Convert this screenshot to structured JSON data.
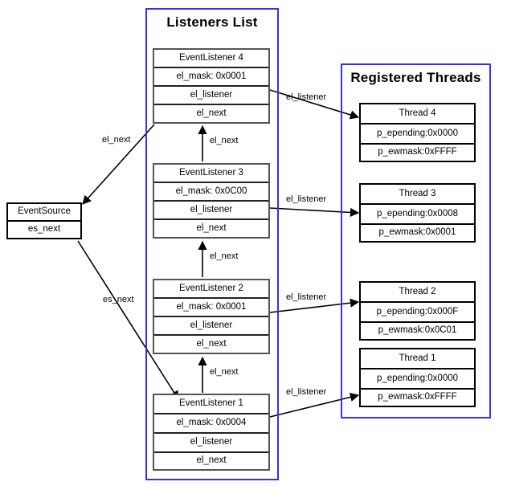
{
  "diagram": {
    "title": "Event listener / registered thread structure diagram",
    "colors": {
      "panel_border": "#3333ee",
      "struct_border": "#555555",
      "row_divider": "#222222",
      "edge": "#000000",
      "background": "#ffffff"
    }
  },
  "panels": [
    {
      "id": "listeners",
      "title": "Listeners List"
    },
    {
      "id": "threads",
      "title": "Registered Threads"
    }
  ],
  "event_source": {
    "name": "EventSource",
    "rows": [
      {
        "label": "EventSource"
      },
      {
        "label": "es_next"
      }
    ]
  },
  "listeners": [
    {
      "id": "el4",
      "rows": [
        {
          "label": "EventListener 4"
        },
        {
          "label": "el_mask: 0x0001"
        },
        {
          "label": "el_listener"
        },
        {
          "label": "el_next"
        }
      ]
    },
    {
      "id": "el3",
      "rows": [
        {
          "label": "EventListener 3"
        },
        {
          "label": "el_mask: 0x0C00"
        },
        {
          "label": "el_listener"
        },
        {
          "label": "el_next"
        }
      ]
    },
    {
      "id": "el2",
      "rows": [
        {
          "label": "EventListener 2"
        },
        {
          "label": "el_mask: 0x0001"
        },
        {
          "label": "el_listener"
        },
        {
          "label": "el_next"
        }
      ]
    },
    {
      "id": "el1",
      "rows": [
        {
          "label": "EventListener 1"
        },
        {
          "label": "el_mask: 0x0004"
        },
        {
          "label": "el_listener"
        },
        {
          "label": "el_next"
        }
      ]
    }
  ],
  "threads": [
    {
      "id": "t4",
      "rows": [
        {
          "label": "Thread 4"
        },
        {
          "label": "p_epending:0x0000"
        },
        {
          "label": "p_ewmask:0xFFFF"
        }
      ]
    },
    {
      "id": "t3",
      "rows": [
        {
          "label": "Thread 3"
        },
        {
          "label": "p_epending:0x0008"
        },
        {
          "label": "p_ewmask:0x0001"
        }
      ]
    },
    {
      "id": "t2",
      "rows": [
        {
          "label": "Thread 2"
        },
        {
          "label": "p_epending:0x000F"
        },
        {
          "label": "p_ewmask:0x0C01"
        }
      ]
    },
    {
      "id": "t1",
      "rows": [
        {
          "label": "Thread 1"
        },
        {
          "label": "p_epending:0x0000"
        },
        {
          "label": "p_ewmask:0xFFFF"
        }
      ]
    }
  ],
  "edges": [
    {
      "id": "el4-to-source",
      "label": "el_next",
      "from": "el4.el_next",
      "to": "event_source"
    },
    {
      "id": "el3-to-el4",
      "label": "el_next",
      "from": "el3",
      "to": "el4"
    },
    {
      "id": "el2-to-el3",
      "label": "el_next",
      "from": "el2",
      "to": "el3"
    },
    {
      "id": "el1-to-el2",
      "label": "el_next",
      "from": "el1",
      "to": "el2"
    },
    {
      "id": "source-to-el1",
      "label": "es_next",
      "from": "event_source.es_next",
      "to": "el1"
    },
    {
      "id": "el4-to-t4",
      "label": "el_listener",
      "from": "el4.el_listener",
      "to": "t4"
    },
    {
      "id": "el3-to-t3",
      "label": "el_listener",
      "from": "el3.el_listener",
      "to": "t3"
    },
    {
      "id": "el2-to-t2",
      "label": "el_listener",
      "from": "el2.el_listener",
      "to": "t2"
    },
    {
      "id": "el1-to-t1",
      "label": "el_listener",
      "from": "el1.el_listener",
      "to": "t1"
    }
  ]
}
